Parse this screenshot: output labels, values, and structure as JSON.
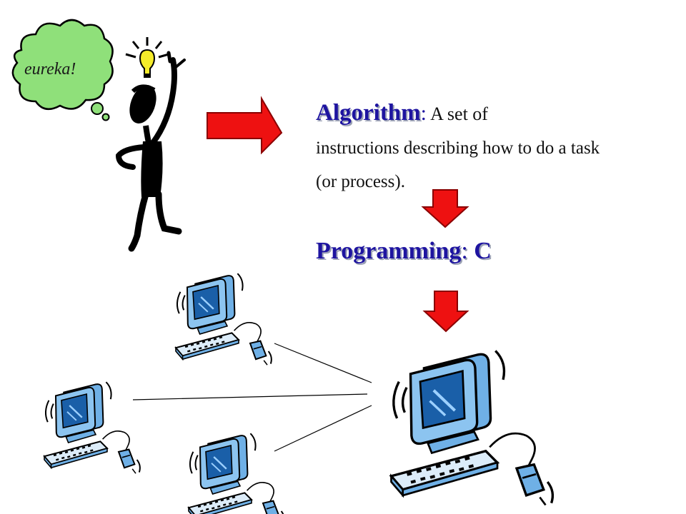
{
  "thought_bubble": {
    "text": "eureka!"
  },
  "definition": {
    "term": "Algorithm",
    "separator": ":",
    "lead": " A set of",
    "body": "instructions describing how to do a task (or process)."
  },
  "programming": {
    "label": "Programming",
    "separator": ":",
    "value": "C"
  },
  "colors": {
    "arrow_fill": "#ee1111",
    "arrow_stroke": "#8a0000",
    "computer_blue": "#6fb0e6",
    "screen_blue": "#1a5fa8",
    "term_text": "#1e14a0",
    "bubble_green": "#8fe07a"
  },
  "icons": [
    "lightbulb-icon",
    "stick-figure-icon",
    "computer-icon"
  ]
}
